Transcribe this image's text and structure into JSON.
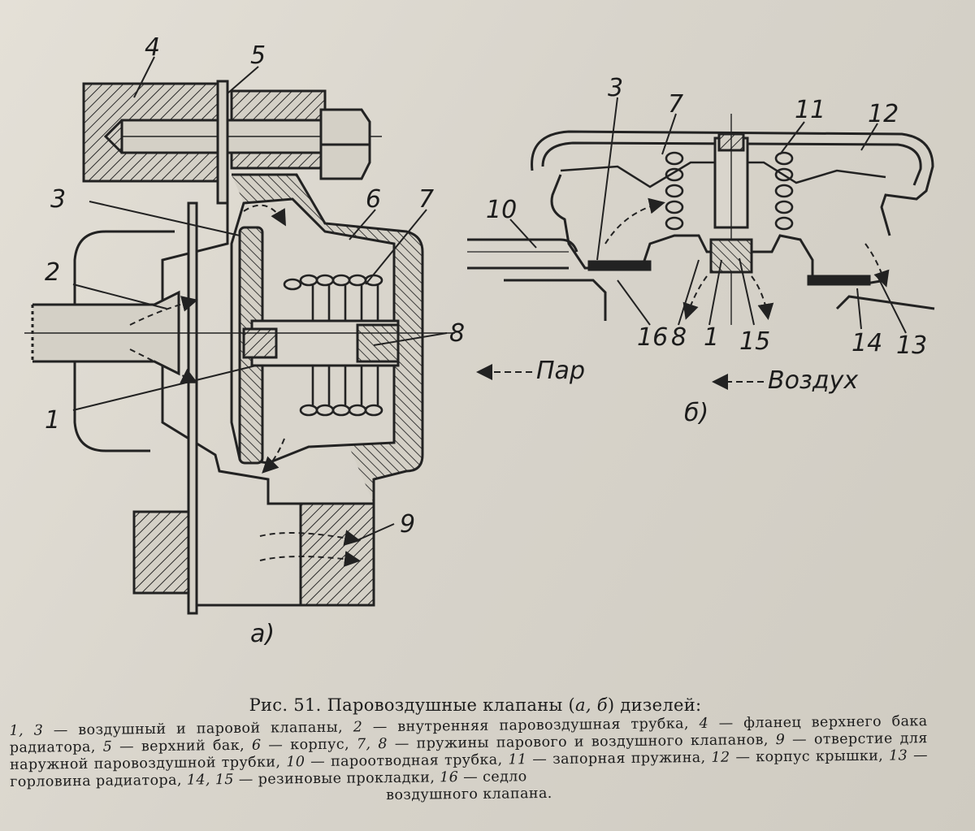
{
  "figure": {
    "labels_a": {
      "l4": "4",
      "l5": "5",
      "l3": "3",
      "l6": "6",
      "l7": "7",
      "l2": "2",
      "l8": "8",
      "l1": "1",
      "l9": "9"
    },
    "labels_b": {
      "l3": "3",
      "l7": "7",
      "l11": "11",
      "l12": "12",
      "l10": "10",
      "l16": "16",
      "l8": "8",
      "l1": "1",
      "l15": "15",
      "l14": "14",
      "l13": "13"
    },
    "flow_steam": "Пар",
    "flow_air": "Воздух",
    "subfig_a": "а)",
    "subfig_b": "б)"
  },
  "caption": {
    "title_prefix": "Рис. 51. Паровоздушные клапаны (",
    "title_letters": "а, б",
    "title_suffix": ") дизелей:",
    "legend": [
      {
        "num": "1, 3",
        "text": " — воздушный и паровой клапаны, "
      },
      {
        "num": "2",
        "text": " — внутренняя паровоздушная трубка, "
      },
      {
        "num": "4",
        "text": " — фланец верхнего бака радиатора, "
      },
      {
        "num": "5",
        "text": " — верхний бак, "
      },
      {
        "num": "6",
        "text": " — корпус, "
      },
      {
        "num": "7, 8",
        "text": " — пружины парового и воздушного клапанов, "
      },
      {
        "num": "9",
        "text": " — отверстие для наружной паровоздушной трубки, "
      },
      {
        "num": "10",
        "text": " — пароотводная трубка, "
      },
      {
        "num": "11",
        "text": " — запорная пружина, "
      },
      {
        "num": "12",
        "text": " — корпус крышки, "
      },
      {
        "num": "13",
        "text": " — горловина радиатора, "
      },
      {
        "num": "14, 15",
        "text": " — резиновые прокладки, "
      },
      {
        "num": "16",
        "text": " — седло"
      }
    ],
    "legend_last": "воздушного клапана."
  }
}
